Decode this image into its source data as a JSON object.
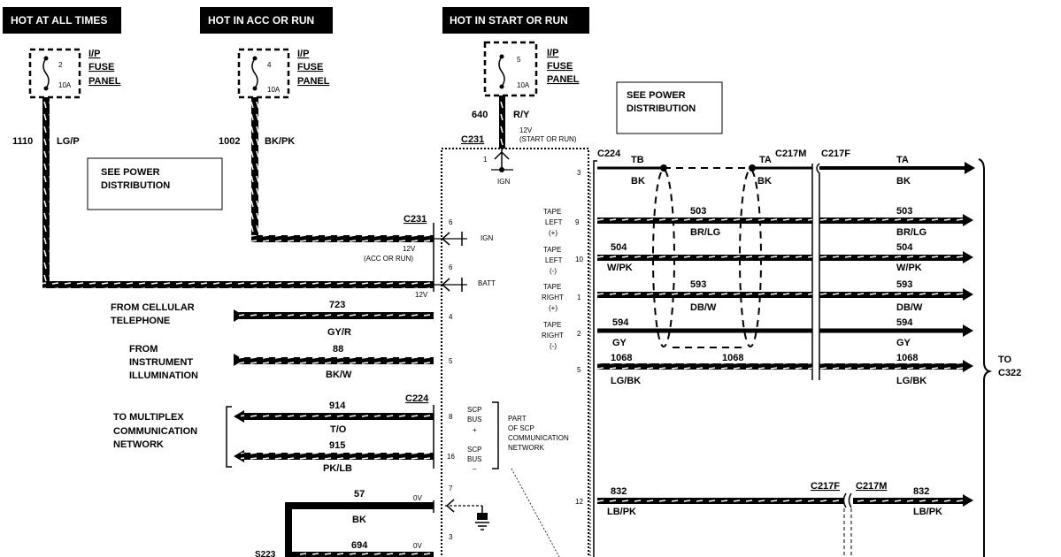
{
  "headers": {
    "hot_always": "HOT AT ALL TIMES",
    "hot_acc_run": "HOT IN ACC OR RUN",
    "hot_start_run": "HOT IN START OR RUN"
  },
  "fuses": [
    {
      "num": "2",
      "amp": "10A",
      "panel_l1": "I/P",
      "panel_l2": "FUSE",
      "panel_l3": "PANEL"
    },
    {
      "num": "4",
      "amp": "10A",
      "panel_l1": "I/P",
      "panel_l2": "FUSE",
      "panel_l3": "PANEL"
    },
    {
      "num": "5",
      "amp": "10A",
      "panel_l1": "I/P",
      "panel_l2": "FUSE",
      "panel_l3": "PANEL"
    }
  ],
  "see_power": {
    "left_l1": "SEE POWER",
    "left_l2": "DISTRIBUTION",
    "right_l1": "SEE POWER",
    "right_l2": "DISTRIBUTION"
  },
  "feed_wires": {
    "w1110_num": "1110",
    "w1110_color": "LG/P",
    "w1002_num": "1002",
    "w1002_color": "BK/PK",
    "w640_num": "640",
    "w640_color": "R/Y",
    "v12_start": "12V",
    "start_or_run": "(START OR RUN)"
  },
  "connectors": {
    "c231": "C231",
    "c231_top": "C231",
    "c224_left": "C224",
    "c224_right": "C224",
    "c217m_top": "C217M",
    "c217f_top": "C217F",
    "c217f_bottom": "C217F",
    "c217m_bottom": "C217M",
    "s223": "S223"
  },
  "module_pins": {
    "pin1": "1",
    "ign_top": "IGN",
    "pin6a": "6",
    "ign_label": "IGN",
    "v12_acc": "12V",
    "acc_or_run": "(ACC OR RUN)",
    "pin6b": "6",
    "batt_label": "BATT",
    "v12_batt": "12V",
    "pin4": "4",
    "pin5": "5",
    "pin8": "8",
    "pin16": "16",
    "scp_plus_l1": "SCP",
    "scp_plus_l2": "BUS",
    "scp_plus_l3": "+",
    "scp_minus_l1": "SCP",
    "scp_minus_l2": "BUS",
    "scp_minus_l3": "–",
    "part_l1": "PART",
    "part_l2": "OF SCP",
    "part_l3": "COMMUNICATION",
    "part_l4": "NETWORK",
    "pin7": "7",
    "pin3": "3",
    "zero_v_a": "0V",
    "zero_v_b": "0V"
  },
  "left_inputs": {
    "cell_l1": "FROM CELLULAR",
    "cell_l2": "TELEPHONE",
    "w723": "723",
    "w723_color": "GY/R",
    "inst_l1": "FROM",
    "inst_l2": "INSTRUMENT",
    "inst_l3": "ILLUMINATION",
    "w88": "88",
    "w88_color": "BK/W",
    "mux_l1": "TO MULTIPLEX",
    "mux_l2": "COMMUNICATION",
    "mux_l3": "NETWORK",
    "w914": "914",
    "w914_color": "T/O",
    "w915": "915",
    "w915_color": "PK/LB",
    "w57": "57",
    "w57_color": "BK",
    "w694": "694"
  },
  "tape_labels": {
    "tl_plus_l1": "TAPE",
    "tl_plus_l2": "LEFT",
    "tl_plus_l3": "(+)",
    "tl_minus_l1": "TAPE",
    "tl_minus_l2": "LEFT",
    "tl_minus_l3": "(-)",
    "tr_plus_l1": "TAPE",
    "tr_plus_l2": "RIGHT",
    "tr_plus_l3": "(+)",
    "tr_minus_l1": "TAPE",
    "tr_minus_l2": "RIGHT",
    "tr_minus_l3": "(-)"
  },
  "right_pins": {
    "p3": "3",
    "p9": "9",
    "p10": "10",
    "p1": "1",
    "p2": "2",
    "p5": "5",
    "p12": "12"
  },
  "right_wires": {
    "tb": "TB",
    "ta": "TA",
    "ta_out": "TA",
    "bk1": "BK",
    "bk2": "BK",
    "bk_out": "BK",
    "w503": "503",
    "w503_color": "BR/LG",
    "w503_out": "503",
    "w503_out_color": "BR/LG",
    "w504": "504",
    "w504_color": "W/PK",
    "w504_out": "504",
    "w504_out_color": "W/PK",
    "w593": "593",
    "w593_color": "DB/W",
    "w593_out": "593",
    "w593_out_color": "DB/W",
    "w594": "594",
    "w594_color": "GY",
    "w594_out": "594",
    "w594_out_color": "GY",
    "w1068a": "1068",
    "w1068b": "1068",
    "w1068_color": "LG/BK",
    "w1068_out": "1068",
    "w1068_out_color": "LG/BK",
    "w832": "832",
    "w832_color": "LB/PK",
    "w832_out": "832",
    "w832_out_color": "LB/PK"
  },
  "destination": {
    "l1": "TO",
    "l2": "C322"
  }
}
